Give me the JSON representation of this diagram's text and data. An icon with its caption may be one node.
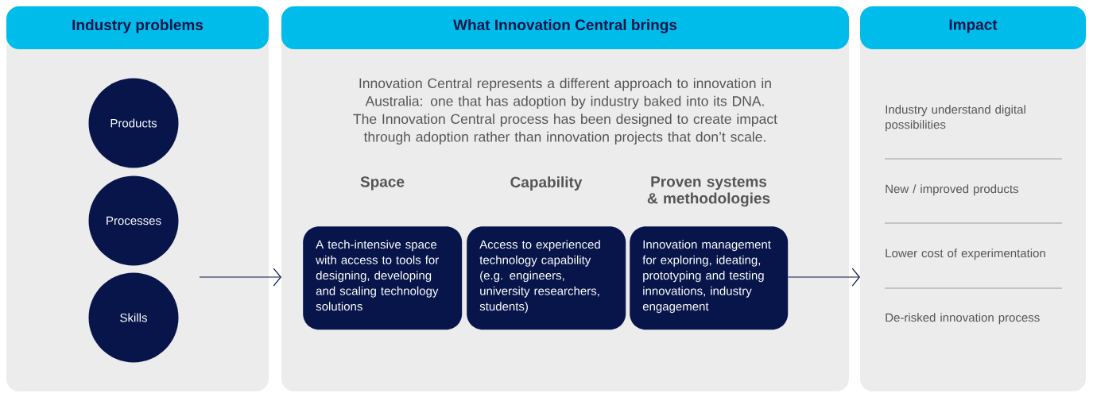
{
  "diagram": {
    "nodes": [
      {
        "text": [
          "Industry problems"
        ]
      },
      {
        "text": [
          "Products"
        ],
        "in": 0
      },
      {
        "text": [
          "Processes"
        ],
        "in": 0
      },
      {
        "text": [
          "Skills"
        ],
        "in": 0
      },
      {
        "text": [
          "What Innovation Central brings",
          "Innovation Central represents a different approach to innovation in Australia: one that has adoption by industry baked into its DNA. The Innovation Central process has been designed to create impact through adoption rather than innovation projects that don’t scale."
        ]
      },
      {
        "text": [
          "Space",
          "A tech-intensive space with access to tools for designing, developing and scaling technology solutions"
        ],
        "in": 4
      },
      {
        "text": [
          "Capability",
          "Access to experienced technology capability (e.g. engineers, university researchers, students)"
        ],
        "in": 4
      },
      {
        "text": [
          "Proven systems & methodologies",
          "Innovation management for exploring, ideating, prototyping and testing innovations, industry engagement"
        ],
        "in": 4
      },
      {
        "text": [
          "Impact",
          "Industry understand digital possibilities",
          "New / improved products",
          "Lower cost of experimentation",
          "De-risked innovation process"
        ]
      }
    ],
    "edges": [
      {
        "from": null,
        "to": 4,
        "arrow": "to"
      },
      {
        "from": 7,
        "to": 8,
        "arrow": "to"
      }
    ]
  }
}
